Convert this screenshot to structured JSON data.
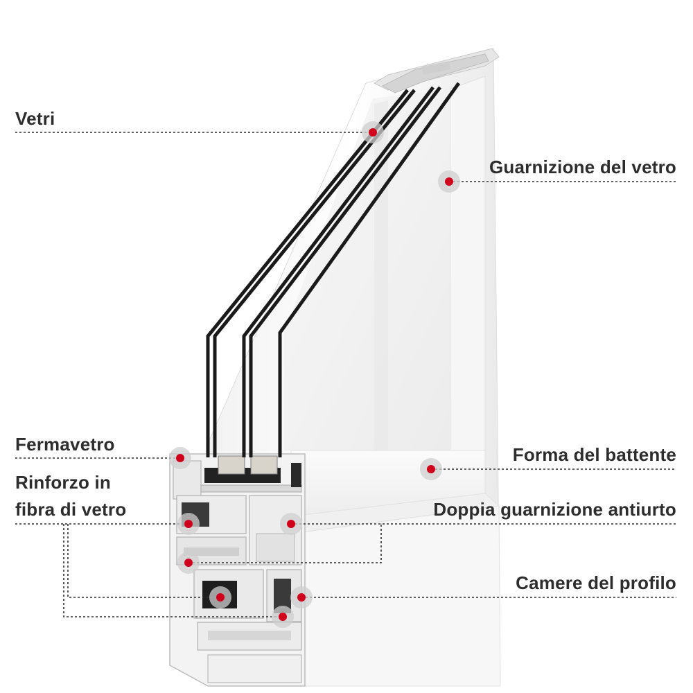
{
  "labels": {
    "vetri": "Vetri",
    "guarnizione_vetro": "Guarnizione del vetro",
    "fermavetro": "Fermavetro",
    "forma_battente": "Forma del battente",
    "rinforzo_line1": "Rinforzo in",
    "rinforzo_line2": "fibra di vetro",
    "doppia_guarnizione": "Doppia guarnizione antiurto",
    "camere_profilo": "Camere del profilo"
  },
  "colors": {
    "marker": "#d0021b",
    "text": "#2d2d2d",
    "glass_edge": "#1a1a1a",
    "profile": "#f4f4f4"
  }
}
